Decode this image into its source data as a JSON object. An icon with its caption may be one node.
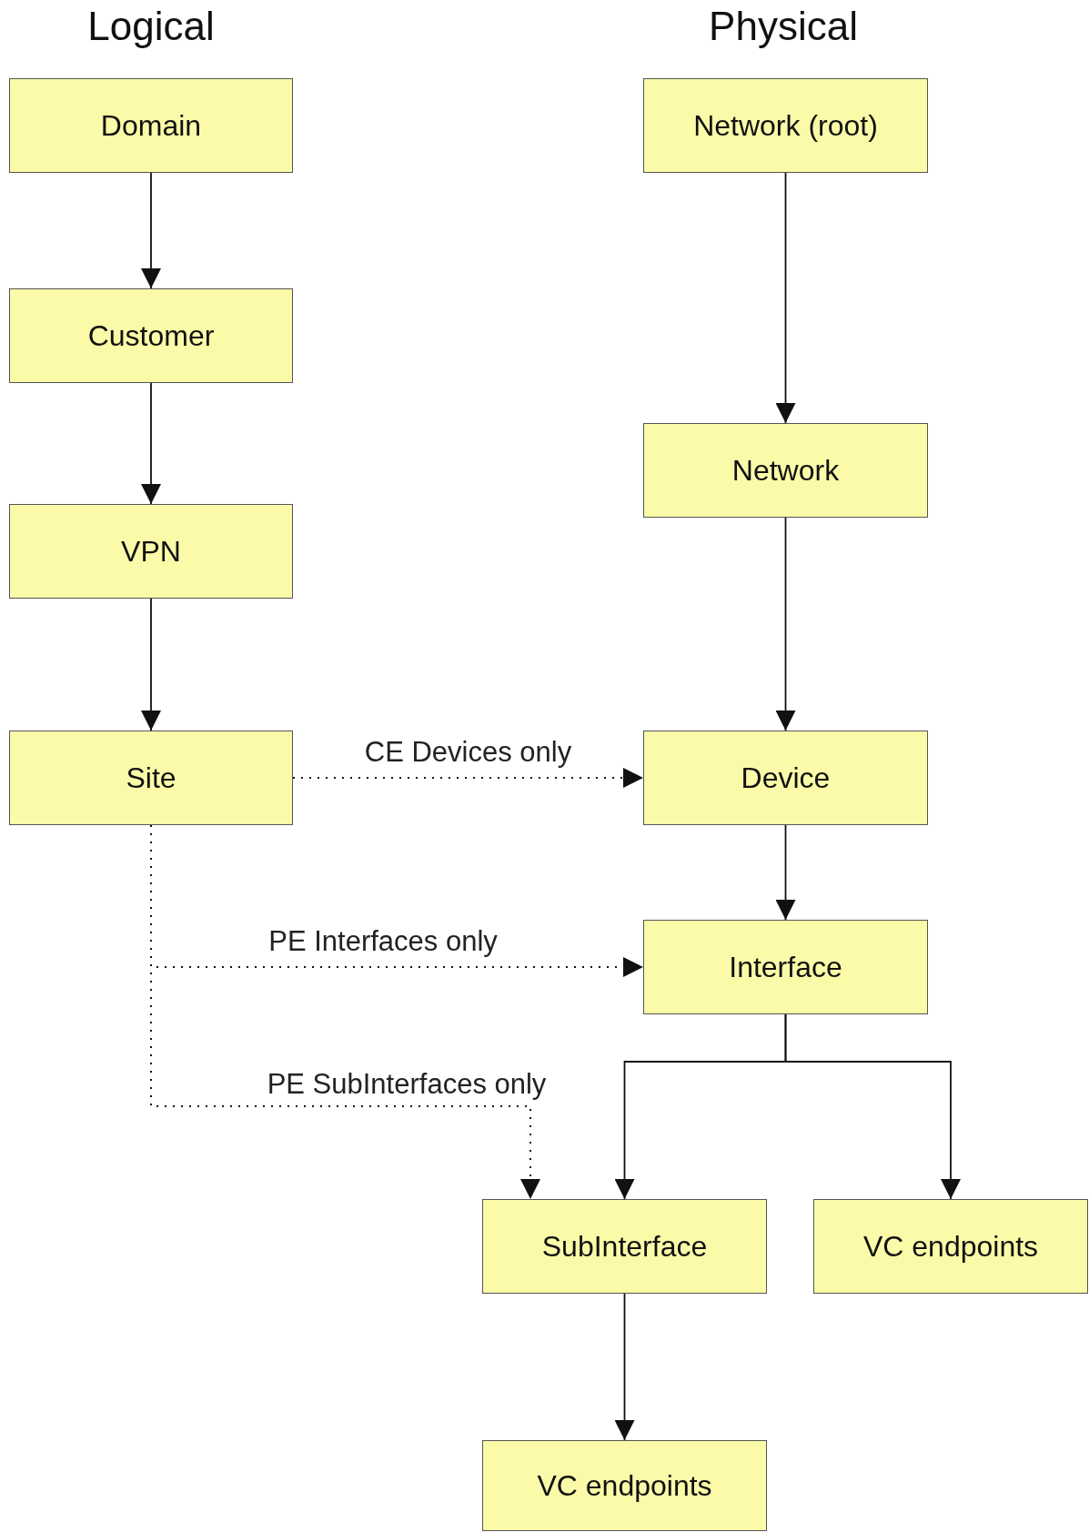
{
  "diagram": {
    "nodes": [
      {
        "text": [
          "Domain"
        ]
      },
      {
        "text": [
          "Customer"
        ]
      },
      {
        "text": [
          "VPN"
        ]
      },
      {
        "text": [
          "Site"
        ]
      },
      {
        "text": [
          "Network (root)"
        ]
      },
      {
        "text": [
          "Network"
        ]
      },
      {
        "text": [
          "Device"
        ]
      },
      {
        "text": [
          "Interface"
        ]
      },
      {
        "text": [
          "SubInterface"
        ]
      },
      {
        "text": [
          "VC endpoints"
        ]
      },
      {
        "text": [
          "VC endpoints"
        ]
      }
    ],
    "edges": [
      {
        "from": 0,
        "to": 1,
        "arrow": "to"
      },
      {
        "from": 1,
        "to": 2,
        "arrow": "to"
      },
      {
        "from": 2,
        "to": 3,
        "arrow": "to"
      },
      {
        "from": 4,
        "to": 5,
        "arrow": "to"
      },
      {
        "from": 5,
        "to": 6,
        "arrow": "to"
      },
      {
        "from": 6,
        "to": 7,
        "arrow": "to"
      },
      {
        "from": 7,
        "to": 8,
        "arrow": "to"
      },
      {
        "from": 7,
        "to": 9,
        "arrow": "to"
      },
      {
        "from": 8,
        "to": 10,
        "arrow": "to"
      },
      {
        "from": 3,
        "to": 6,
        "arrow": "to",
        "label": "CE Devices only",
        "style": "dashed"
      },
      {
        "from": 3,
        "to": 7,
        "arrow": "to",
        "label": "PE Interfaces only",
        "style": "dashed"
      },
      {
        "from": 3,
        "to": 8,
        "arrow": "to",
        "label": "PE SubInterfaces only",
        "style": "dashed"
      }
    ],
    "labels": [
      "Logical",
      "Physical"
    ]
  }
}
